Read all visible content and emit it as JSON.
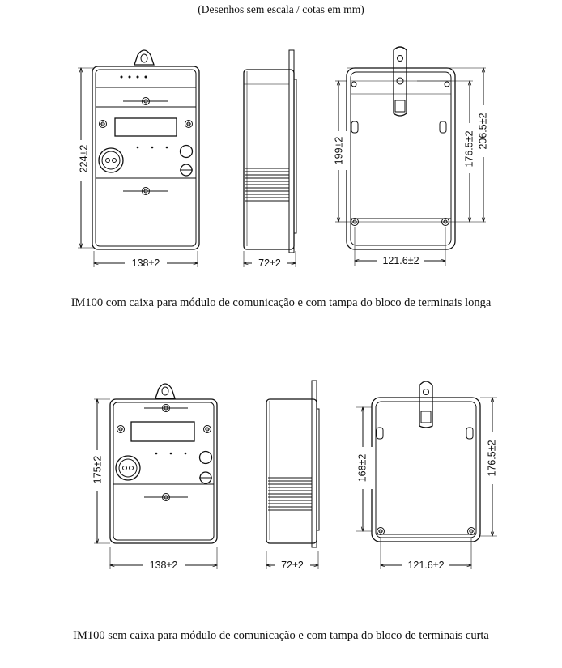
{
  "header": "(Desenhos sem escala / cotas em mm)",
  "figures": [
    {
      "caption": "IM100 com caixa para módulo de comunicação e com tampa do bloco de terminais longa",
      "front_height": "224±2",
      "front_width": "138±2",
      "side_width": "72±2",
      "rear_height_inner": "199±2",
      "rear_height_mid": "176.5±2",
      "rear_height_outer": "206.5±2",
      "rear_width": "121.6±2"
    },
    {
      "caption": "IM100 sem caixa para módulo de comunicação e com tampa do bloco de terminais curta",
      "front_height": "175±2",
      "front_width": "138±2",
      "side_width": "72±2",
      "rear_height_inner": "168±2",
      "rear_height_outer": "176.5±2",
      "rear_width": "121.6±2"
    }
  ]
}
